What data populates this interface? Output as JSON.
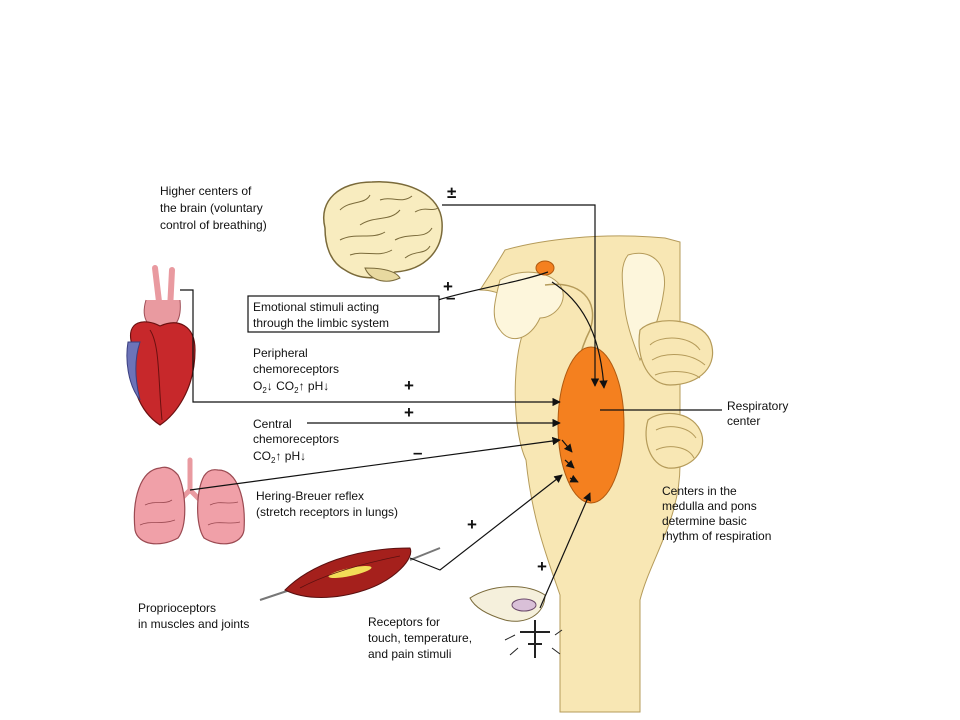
{
  "colors": {
    "background": "#ffffff",
    "brainstem": "#f8e7b4",
    "brainstem_outline": "#b59b5a",
    "respiratory_center": "#f4801f",
    "heart_red": "#c7282b",
    "heart_blue": "#6c73b8",
    "vessel_pink": "#e99aa0",
    "lung_pink": "#f0a0a8",
    "muscle_red": "#a5201c",
    "muscle_yellow": "#f2dd58",
    "line": "#111111"
  },
  "labels": {
    "higher_centers": [
      "Higher centers of",
      "the brain (voluntary",
      "control of breathing)"
    ],
    "emotional": [
      "Emotional stimuli acting",
      "through the limbic system"
    ],
    "peripheral": [
      "Peripheral",
      "chemoreceptors"
    ],
    "peripheral_formula": {
      "o": "O",
      "o_sub": "2",
      "o_arrow": "↓",
      "co": " CO",
      "co_sub": "2",
      "co_arrow": "↑",
      "ph": " pH↓"
    },
    "central": [
      "Central",
      "chemoreceptors"
    ],
    "central_formula": {
      "co": "CO",
      "co_sub": "2",
      "co_arrow": "↑",
      "ph": " pH↓"
    },
    "hering": [
      "Hering-Breuer reflex",
      "(stretch receptors in lungs)"
    ],
    "proprio": [
      "Proprioceptors",
      "in muscles and joints"
    ],
    "receptors": [
      "Receptors for",
      "touch, temperature,",
      "and pain stimuli"
    ],
    "respiratory_center": [
      "Respiratory",
      "center"
    ],
    "centers_rhythm": [
      "Centers in the",
      "medulla and pons",
      "determine basic",
      "rhythm of respiration"
    ]
  },
  "signs": {
    "higher_centers": "±",
    "emotional_plus": "+",
    "emotional_minus": "–",
    "peripheral": "+",
    "central": "+",
    "hering": "–",
    "proprio": "+",
    "receptors": "+"
  }
}
